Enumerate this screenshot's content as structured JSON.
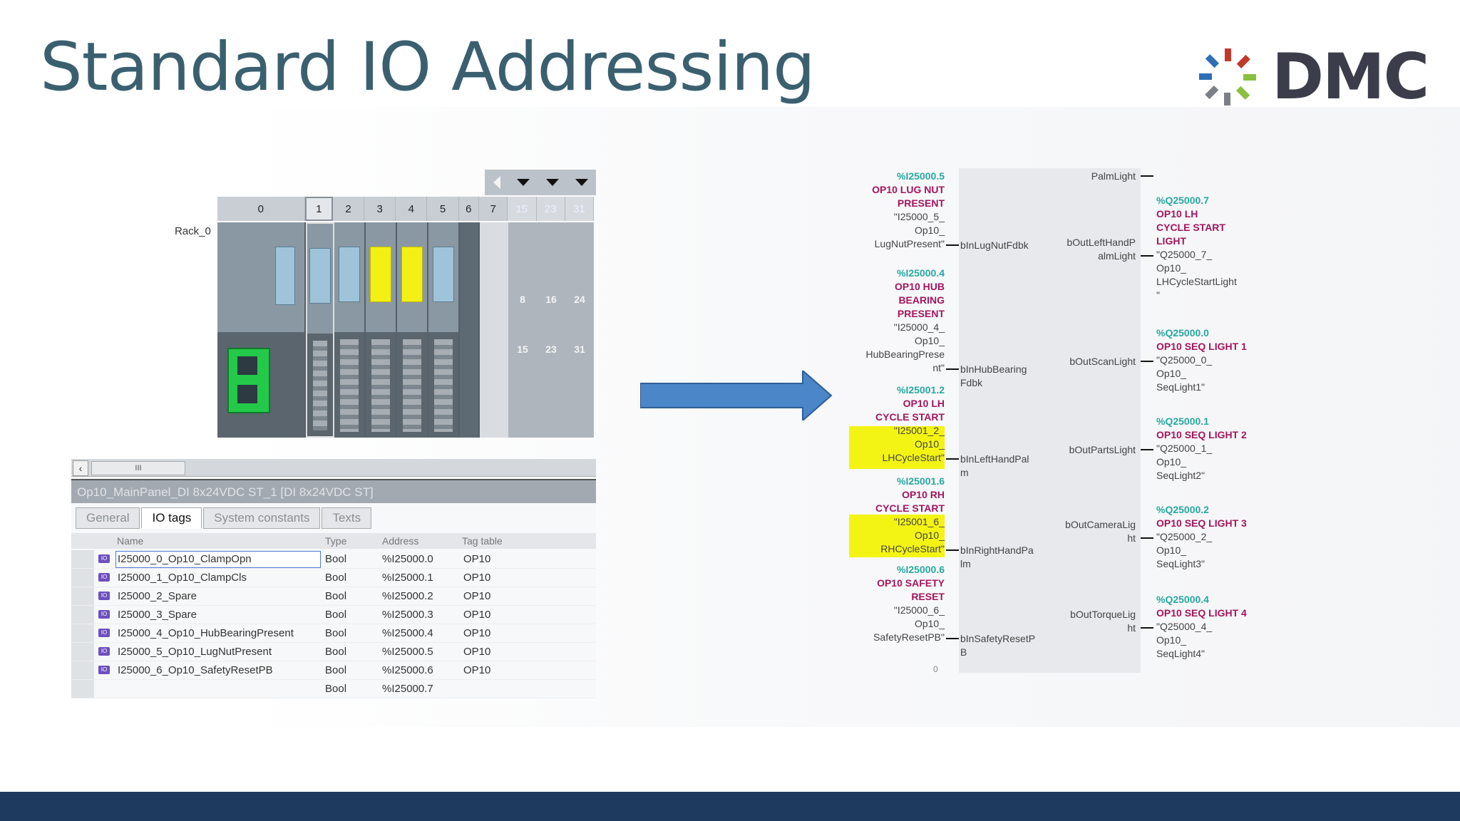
{
  "slide": {
    "title": "Standard IO Addressing",
    "logo_text": "DMC"
  },
  "hardware": {
    "rack_label": "Rack_0",
    "slots": [
      "0",
      "1",
      "2",
      "3",
      "4",
      "5",
      "6",
      "7",
      "15",
      "23",
      "31"
    ],
    "ext_top": [
      "8",
      "16",
      "24"
    ],
    "ext_bottom": [
      "15",
      "23",
      "31"
    ]
  },
  "io_table": {
    "scroll_thumb": "III",
    "module_title": "Op10_MainPanel_DI 8x24VDC ST_1 [DI 8x24VDC ST]",
    "tabs": [
      "General",
      "IO tags",
      "System constants",
      "Texts"
    ],
    "active_tab": "IO tags",
    "columns": [
      "Name",
      "Type",
      "Address",
      "Tag table"
    ],
    "rows": [
      {
        "name": "I25000_0_Op10_ClampOpn",
        "type": "Bool",
        "address": "%I25000.0",
        "table": "OP10"
      },
      {
        "name": "I25000_1_Op10_ClampCls",
        "type": "Bool",
        "address": "%I25000.1",
        "table": "OP10"
      },
      {
        "name": "I25000_2_Spare",
        "type": "Bool",
        "address": "%I25000.2",
        "table": "OP10"
      },
      {
        "name": "I25000_3_Spare",
        "type": "Bool",
        "address": "%I25000.3",
        "table": "OP10"
      },
      {
        "name": "I25000_4_Op10_HubBearingPresent",
        "type": "Bool",
        "address": "%I25000.4",
        "table": "OP10"
      },
      {
        "name": "I25000_5_Op10_LugNutPresent",
        "type": "Bool",
        "address": "%I25000.5",
        "table": "OP10"
      },
      {
        "name": "I25000_6_Op10_SafetyResetPB",
        "type": "Bool",
        "address": "%I25000.6",
        "table": "OP10"
      },
      {
        "name": "",
        "type": "Bool",
        "address": "%I25000.7",
        "table": ""
      }
    ]
  },
  "function_block": {
    "inputs": [
      {
        "addr": "%I25000.5",
        "comment": [
          "OP10 LUG NUT",
          "PRESENT"
        ],
        "tag": [
          "\"I25000_5_",
          "Op10_",
          "LugNutPresent\""
        ],
        "pin": [
          "bInLugNutFdbk"
        ],
        "highlight": false
      },
      {
        "addr": "%I25000.4",
        "comment": [
          "OP10 HUB",
          "BEARING",
          "PRESENT"
        ],
        "tag": [
          "\"I25000_4_",
          "Op10_",
          "HubBearingPrese",
          "nt\""
        ],
        "pin": [
          "bInHubBearing",
          "Fdbk"
        ],
        "highlight": false
      },
      {
        "addr": "%I25001.2",
        "comment": [
          "OP10 LH",
          "CYCLE START"
        ],
        "tag": [
          "\"I25001_2_",
          "Op10_",
          "LHCycleStart\""
        ],
        "pin": [
          "bInLeftHandPal",
          "m"
        ],
        "highlight": true
      },
      {
        "addr": "%I25001.6",
        "comment": [
          "OP10 RH",
          "CYCLE START"
        ],
        "tag": [
          "\"I25001_6_",
          "Op10_",
          "RHCycleStart\""
        ],
        "pin": [
          "bInRightHandPa",
          "lm"
        ],
        "highlight": true
      },
      {
        "addr": "%I25000.6",
        "comment": [
          "OP10 SAFETY",
          "RESET"
        ],
        "tag": [
          "\"I25000_6_",
          "Op10_",
          "SafetyResetPB\""
        ],
        "pin": [
          "bInSafetyResetP",
          "B"
        ],
        "highlight": false
      }
    ],
    "outputs": [
      {
        "pin": [
          "PalmLight"
        ],
        "addr": "",
        "comment": [],
        "tag": []
      },
      {
        "pin": [
          "bOutLeftHandP",
          "almLight"
        ],
        "addr": "%Q25000.7",
        "comment": [
          "OP10 LH",
          "CYCLE START",
          "LIGHT"
        ],
        "tag": [
          "\"Q25000_7_",
          "Op10_",
          "LHCycleStartLight",
          "\""
        ]
      },
      {
        "pin": [
          "bOutScanLight"
        ],
        "addr": "%Q25000.0",
        "comment": [
          "OP10 SEQ LIGHT 1"
        ],
        "tag": [
          "\"Q25000_0_",
          "Op10_",
          "SeqLight1\""
        ]
      },
      {
        "pin": [
          "bOutPartsLight"
        ],
        "addr": "%Q25000.1",
        "comment": [
          "OP10 SEQ LIGHT 2"
        ],
        "tag": [
          "\"Q25000_1_",
          "Op10_",
          "SeqLight2\""
        ]
      },
      {
        "pin": [
          "bOutCameraLig",
          "ht"
        ],
        "addr": "%Q25000.2",
        "comment": [
          "OP10 SEQ LIGHT 3"
        ],
        "tag": [
          "\"Q25000_2_",
          "Op10_",
          "SeqLight3\""
        ]
      },
      {
        "pin": [
          "bOutTorqueLig",
          "ht"
        ],
        "addr": "%Q25000.4",
        "comment": [
          "OP10 SEQ LIGHT 4"
        ],
        "tag": [
          "\"Q25000_4_",
          "Op10_",
          "SeqLight4\""
        ]
      }
    ],
    "trailing_mark": "0"
  }
}
